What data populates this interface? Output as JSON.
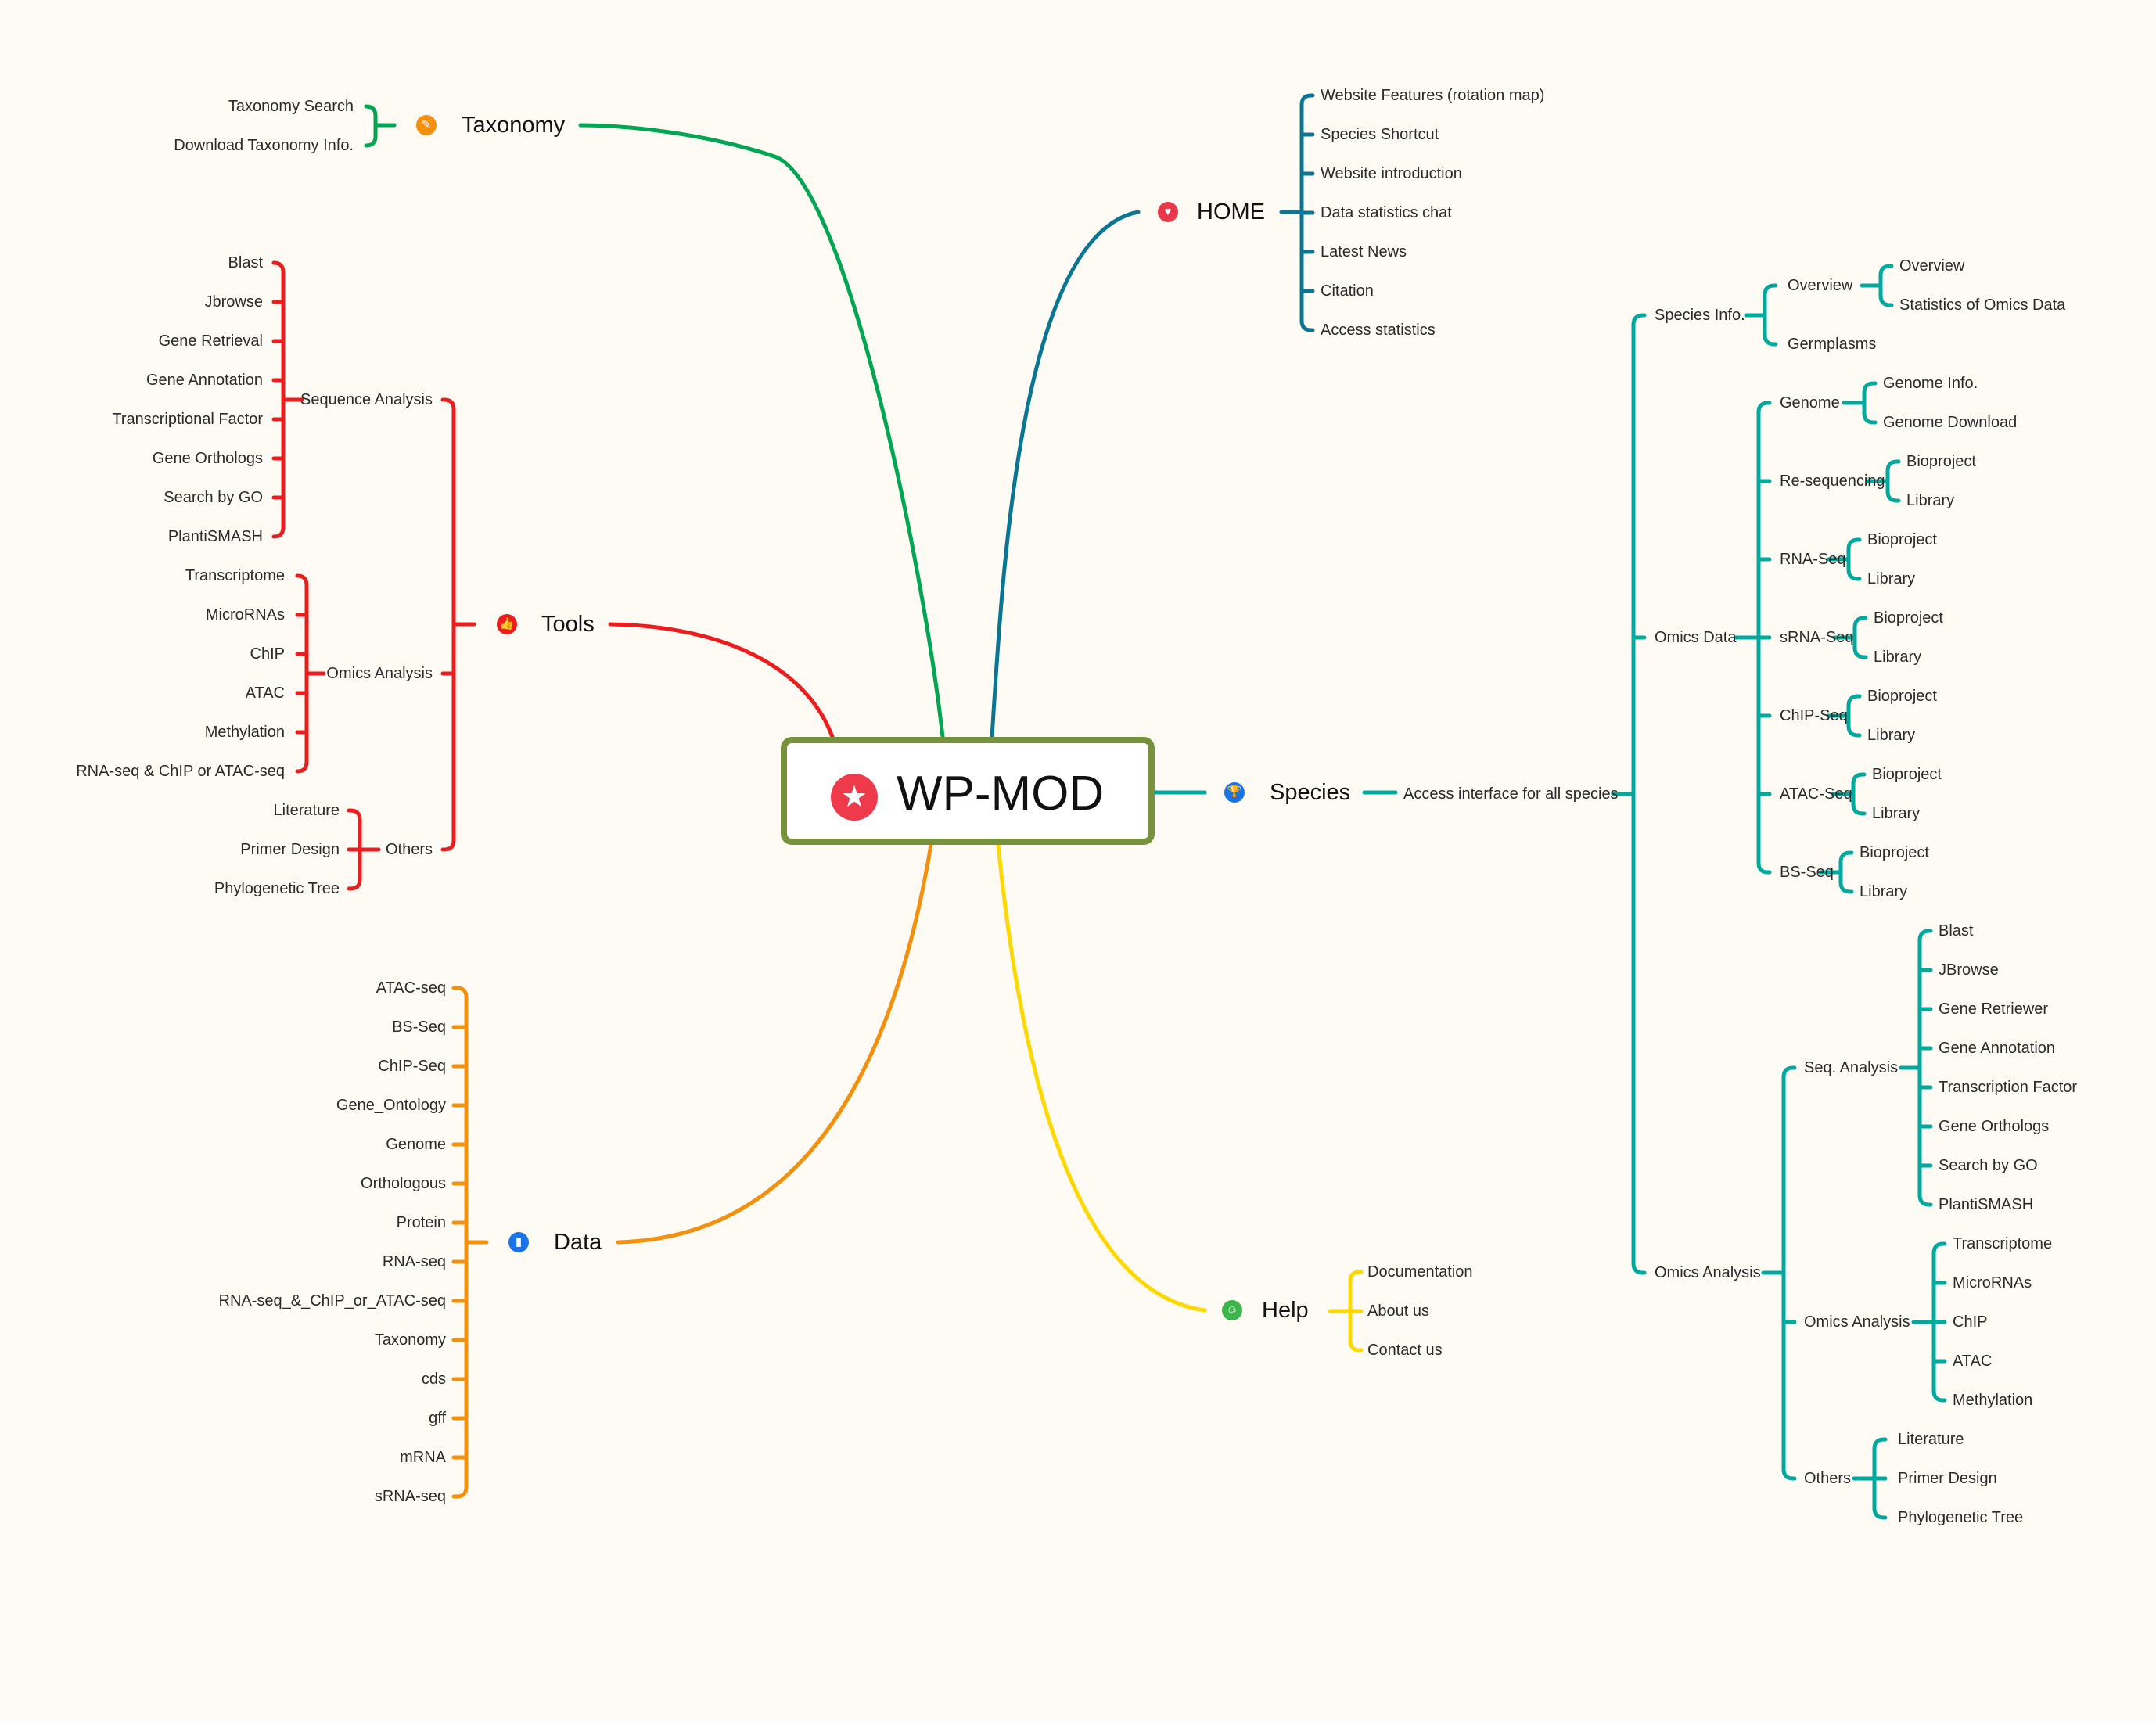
{
  "root": {
    "title": "WP-MOD",
    "icon": "star-icon",
    "border_color": "#76923c"
  },
  "colors": {
    "taxonomy": "#00a651",
    "tools": "#ee1c1c",
    "data": "#f4900c",
    "home": "#0b7694",
    "species": "#00a99d",
    "help": "#ffd800"
  },
  "branches": {
    "taxonomy": {
      "label": "Taxonomy",
      "icon": "pencil-icon",
      "children": [
        "Taxonomy Search",
        "Download Taxonomy Info."
      ]
    },
    "tools": {
      "label": "Tools",
      "icon": "thumbs-up-icon",
      "sequence_analysis": {
        "label": "Sequence Analysis",
        "children": [
          "Blast",
          "Jbrowse",
          "Gene Retrieval",
          "Gene Annotation",
          "Transcriptional Factor",
          "Gene Orthologs",
          "Search by GO",
          "PlantiSMASH"
        ]
      },
      "omics_analysis": {
        "label": "Omics Analysis",
        "children": [
          "Transcriptome",
          "MicroRNAs",
          "ChIP",
          "ATAC",
          "Methylation",
          "RNA-seq & ChIP or ATAC-seq"
        ]
      },
      "others": {
        "label": "Others",
        "children": [
          "Literature",
          "Primer Design",
          "Phylogenetic Tree"
        ]
      }
    },
    "data": {
      "label": "Data",
      "icon": "bar-chart-icon",
      "children": [
        "ATAC-seq",
        "BS-Seq",
        "ChIP-Seq",
        "Gene_Ontology",
        "Genome",
        "Orthologous",
        "Protein",
        "RNA-seq",
        "RNA-seq_&_ChIP_or_ATAC-seq",
        "Taxonomy",
        "cds",
        "gff",
        "mRNA",
        "sRNA-seq"
      ]
    },
    "home": {
      "label": "HOME",
      "icon": "heart-icon",
      "children": [
        "Website Features (rotation map)",
        "Species Shortcut",
        "Website introduction",
        "Data statistics chat",
        "Latest News",
        "Citation",
        "Access statistics"
      ]
    },
    "species": {
      "label": "Species",
      "icon": "trophy-icon",
      "access": "Access interface for all species",
      "species_info": {
        "label": "Species Info.",
        "overview": {
          "label": "Overview",
          "children": [
            "Overview",
            "Statistics of Omics Data"
          ]
        },
        "germplasms": "Germplasms"
      },
      "omics_data": {
        "label": "Omics Data",
        "groups": [
          {
            "label": "Genome",
            "children": [
              "Genome Info.",
              "Genome Download"
            ]
          },
          {
            "label": "Re-sequencing",
            "children": [
              "Bioproject",
              "Library"
            ]
          },
          {
            "label": "RNA-Seq",
            "children": [
              "Bioproject",
              "Library"
            ]
          },
          {
            "label": "sRNA-Seq",
            "children": [
              "Bioproject",
              "Library"
            ]
          },
          {
            "label": "ChIP-Seq",
            "children": [
              "Bioproject",
              "Library"
            ]
          },
          {
            "label": "ATAC-Seq",
            "children": [
              "Bioproject",
              "Library"
            ]
          },
          {
            "label": "BS-Seq",
            "children": [
              "Bioproject",
              "Library"
            ]
          }
        ]
      },
      "omics_analysis": {
        "label": "Omics Analysis",
        "seq_analysis": {
          "label": "Seq. Analysis",
          "children": [
            "Blast",
            "JBrowse",
            "Gene Retriewer",
            "Gene Annotation",
            "Transcription Factor",
            "Gene Orthologs",
            "Search by GO",
            "PlantiSMASH"
          ]
        },
        "omics_analysis": {
          "label": "Omics Analysis",
          "children": [
            "Transcriptome",
            "MicroRNAs",
            "ChIP",
            "ATAC",
            "Methylation"
          ]
        },
        "others": {
          "label": "Others",
          "children": [
            "Literature",
            "Primer Design",
            "Phylogenetic Tree"
          ]
        }
      }
    },
    "help": {
      "label": "Help",
      "icon": "help-user-icon",
      "children": [
        "Documentation",
        "About us",
        "Contact us"
      ]
    }
  }
}
